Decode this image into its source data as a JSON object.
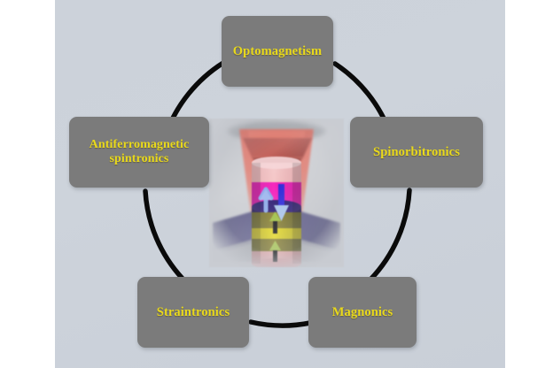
{
  "slide": {
    "background_color": "#ccd2da",
    "page_background": "#ffffff"
  },
  "diagram": {
    "type": "cycle-diagram",
    "ring_color": "#0a0a0a",
    "node_fill": "#7b7b7b",
    "node_text_color": "#e9d91c",
    "nodes": [
      {
        "id": "optomagnetism",
        "label": "Optomagnetism",
        "position": "top"
      },
      {
        "id": "spinorbitronics",
        "label": "Spinorbitronics",
        "position": "right"
      },
      {
        "id": "magnonics",
        "label": "Magnonics",
        "position": "bottom-right"
      },
      {
        "id": "straintronics",
        "label": "Straintronics",
        "position": "bottom-left"
      },
      {
        "id": "antiferromagnetic-spintronics",
        "label": "Antiferromagnetic\nspintronics",
        "position": "left"
      }
    ]
  },
  "center_illustration": {
    "name": "magnetic-nanopillar-with-laser",
    "elements": [
      {
        "part": "laser-beam-cone",
        "color": "#e8442f"
      },
      {
        "part": "top-electrode-slab",
        "color": "#b8443c"
      },
      {
        "part": "pink-dielectric-top",
        "color": "#f0c0c4"
      },
      {
        "part": "magenta-layer",
        "color": "#e81ab4"
      },
      {
        "part": "free-layer-top-disc",
        "color": "#2b1a6e"
      },
      {
        "part": "olive-layer-upper",
        "color": "#7d7327"
      },
      {
        "part": "bright-yellow-layer",
        "color": "#e2d617"
      },
      {
        "part": "olive-layer-lower",
        "color": "#6f6b22"
      },
      {
        "part": "pink-base",
        "color": "#e8a8a8"
      },
      {
        "part": "substrate-wedge",
        "color": "#4d4a7a"
      },
      {
        "part": "arrow-spin-up-light",
        "color": "#7a9ae8"
      },
      {
        "part": "arrow-spin-down-dark",
        "color": "#2a2ad8"
      },
      {
        "part": "arrow-magnetization-black",
        "color": "#101010"
      },
      {
        "part": "arrow-magnetization-green",
        "color": "#9bbf3a"
      }
    ]
  }
}
